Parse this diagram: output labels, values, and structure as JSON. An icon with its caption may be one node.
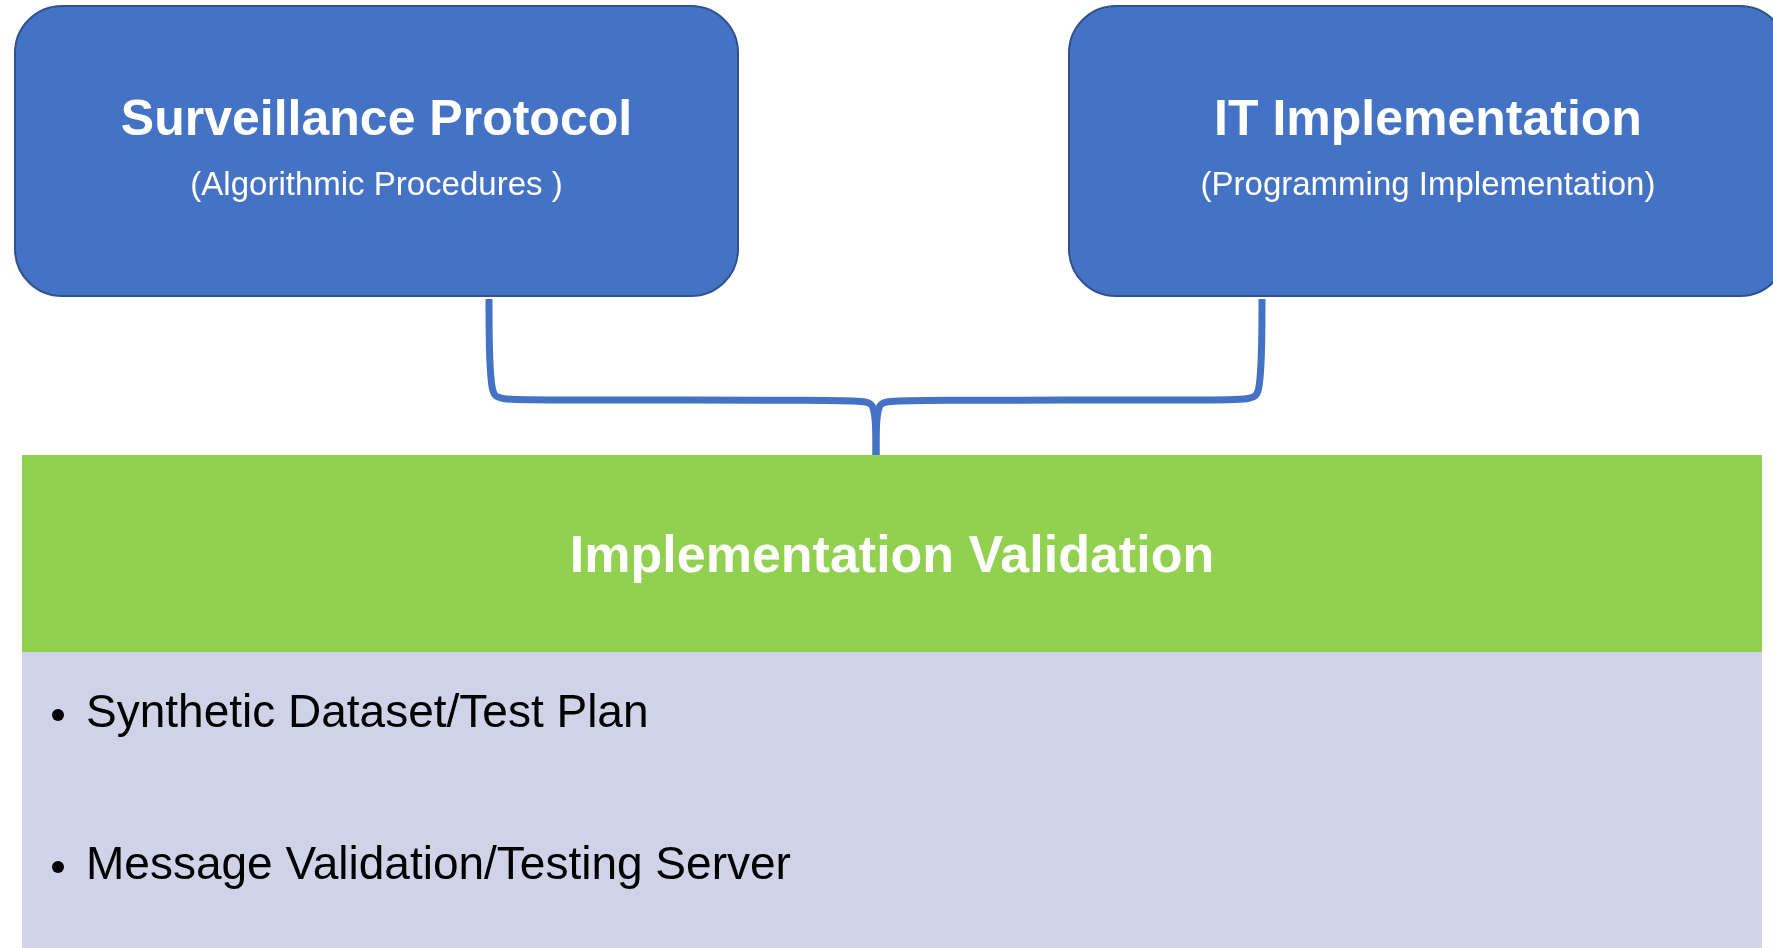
{
  "diagram": {
    "nodes": [
      {
        "text": [
          "Surveillance Protocol",
          "(Algorithmic Procedures )"
        ]
      },
      {
        "text": [
          "IT Implementation",
          "(Programming Implementation)"
        ]
      },
      {
        "text": [
          "Implementation Validation"
        ]
      },
      {
        "text": [
          "Synthetic Dataset/Test Plan",
          "Message Validation/Testing Server"
        ]
      }
    ],
    "edges": [
      {
        "from": 0,
        "to": 2,
        "arrow": "none"
      },
      {
        "from": 1,
        "to": 2,
        "arrow": "none"
      }
    ]
  }
}
